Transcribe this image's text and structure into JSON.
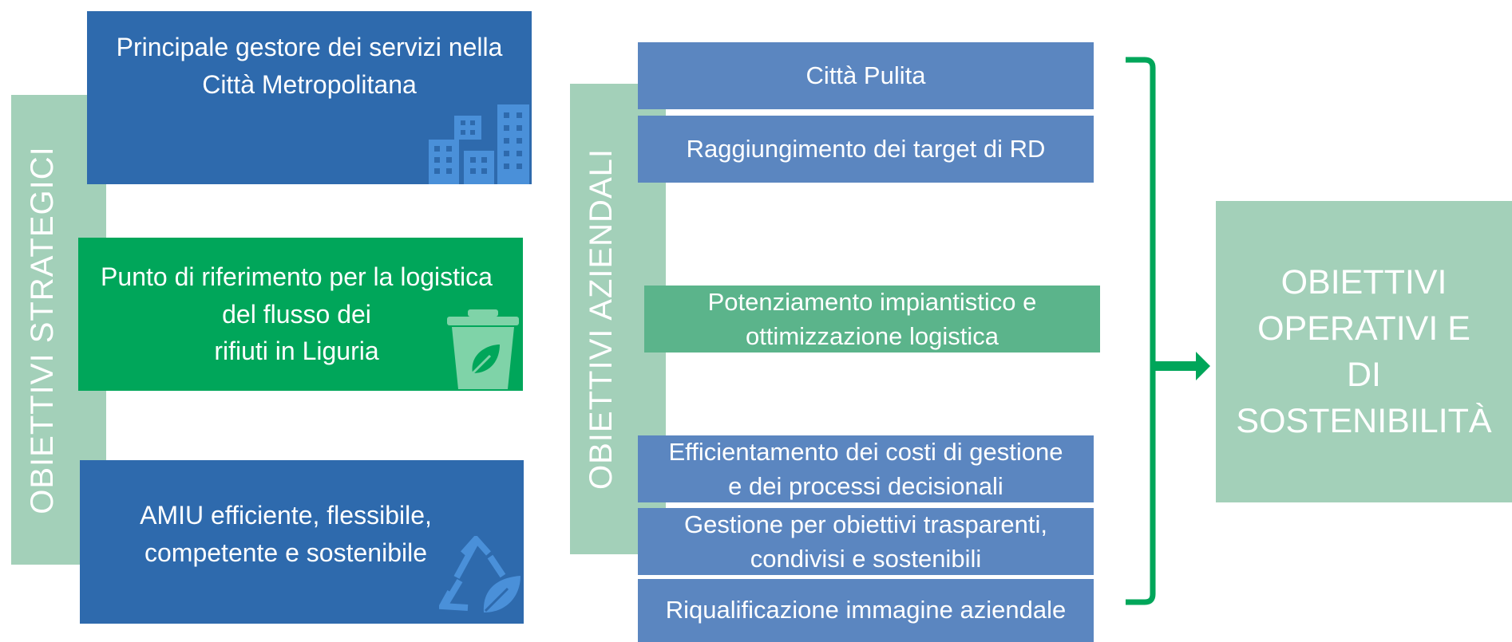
{
  "strategic": {
    "label": "OBIETTIVI STRATEGICI",
    "items": [
      {
        "text": "Principale gestore dei servizi nella\nCittà Metropolitana",
        "icon": "city-buildings-icon"
      },
      {
        "text": "Punto di riferimento per la logistica\ndel flusso dei\nrifiuti in Liguria",
        "icon": "eco-bin-icon"
      },
      {
        "text": "AMIU efficiente, flessibile,\ncompetente e sostenibile",
        "icon": "recycle-leaf-icon"
      }
    ]
  },
  "corporate": {
    "label": "OBIETTIVI AZIENDALI",
    "items": [
      "Città Pulita",
      "Raggiungimento dei target di RD",
      "Potenziamento impiantistico e\nottimizzazione logistica",
      "Efficientamento dei costi di gestione\ne dei processi decisionali",
      "Gestione per obiettivi trasparenti,\ncondivisi e sostenibili",
      "Riqualificazione immagine aziendale"
    ]
  },
  "result": {
    "text": "OBIETTIVI\nOPERATIVI E\nDI SOSTENIBILITÀ"
  },
  "colors": {
    "light_green": "#a3d0b9",
    "dark_blue": "#2e6aad",
    "green": "#00a65a",
    "mid_blue": "#5b86c0",
    "mid_green": "#5bb48b",
    "bracket_green": "#00a65a"
  }
}
